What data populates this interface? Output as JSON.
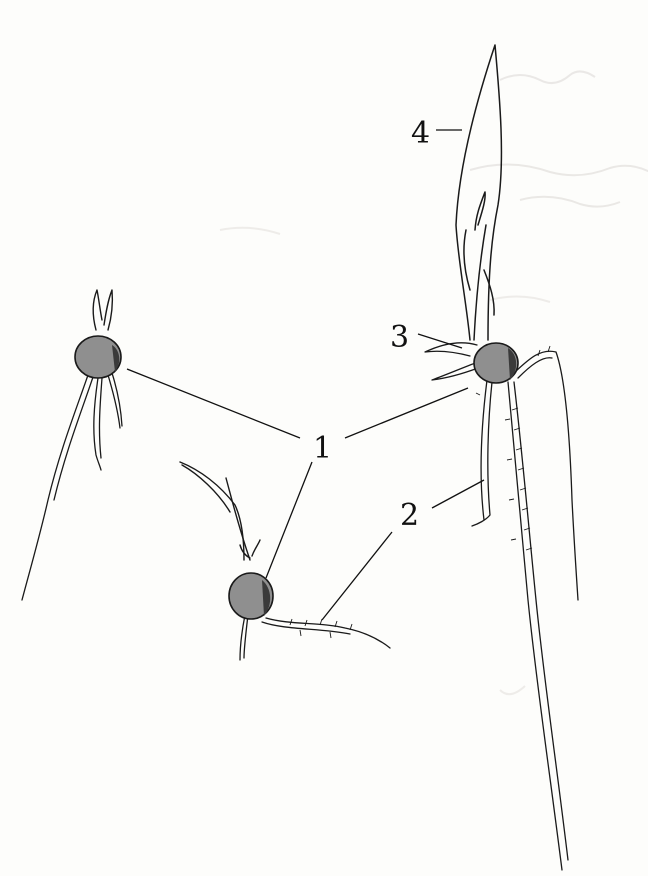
{
  "labels": {
    "seed": "1",
    "root": "2",
    "lateral_root": "3",
    "leaf": "4"
  },
  "colors": {
    "paper": "#fdfdfb",
    "ink": "#1a1a1a",
    "bulb_fill": "#8f8f8f"
  }
}
